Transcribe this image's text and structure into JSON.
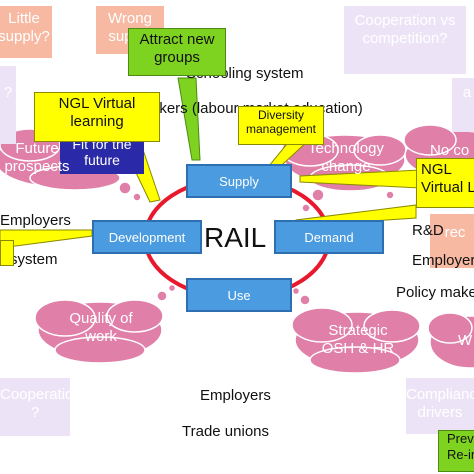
{
  "center": {
    "label": "RAIL"
  },
  "nodes": {
    "supply": "Supply",
    "development": "Development",
    "demand": "Demand",
    "use": "Use"
  },
  "plain_text": {
    "schooling_system": "Schooling system",
    "labour_market_education_fragment": "s-makers (labour market education)",
    "employers_left": "Employers",
    "system_left": "system",
    "rd": "R&D",
    "employers_right": "Employers",
    "policy_makers": "Policy makers",
    "employers_bottom": "Employers",
    "trade_unions": "Trade unions"
  },
  "peach_boxes": {
    "little_supply": "Little supply?",
    "wrong_supply": "Wrong supply",
    "fit_future": "Fit for the future",
    "partial_right": "rec"
  },
  "lavender_boxes": {
    "cooperation": "Cooperation vs competition?",
    "cooperations": "Cooperations ?",
    "compliance": "Compliance drivers",
    "left_fragment": "?",
    "right_fragment": "a"
  },
  "yellow_boxes": {
    "ngl_virtual": "NGL Virtual learning",
    "diversity": "Diversity management",
    "ngl_right": "NGL Virtual L"
  },
  "green_boxes": {
    "attract": "Attract new groups",
    "preventive": "Preve Re-in"
  },
  "clouds": {
    "technology": "Technology change",
    "no_control": "No co",
    "future_prospects": "Future prospects",
    "quality_work": "Quality of work",
    "strategic": "Strategic OSH & HR",
    "w": "W"
  },
  "colors": {
    "accent_blue": "#4a9be0",
    "ring_red": "#e8192c",
    "cloud_pink": "#e07fa8",
    "yellow": "#ffff00",
    "green": "#7ed321"
  }
}
